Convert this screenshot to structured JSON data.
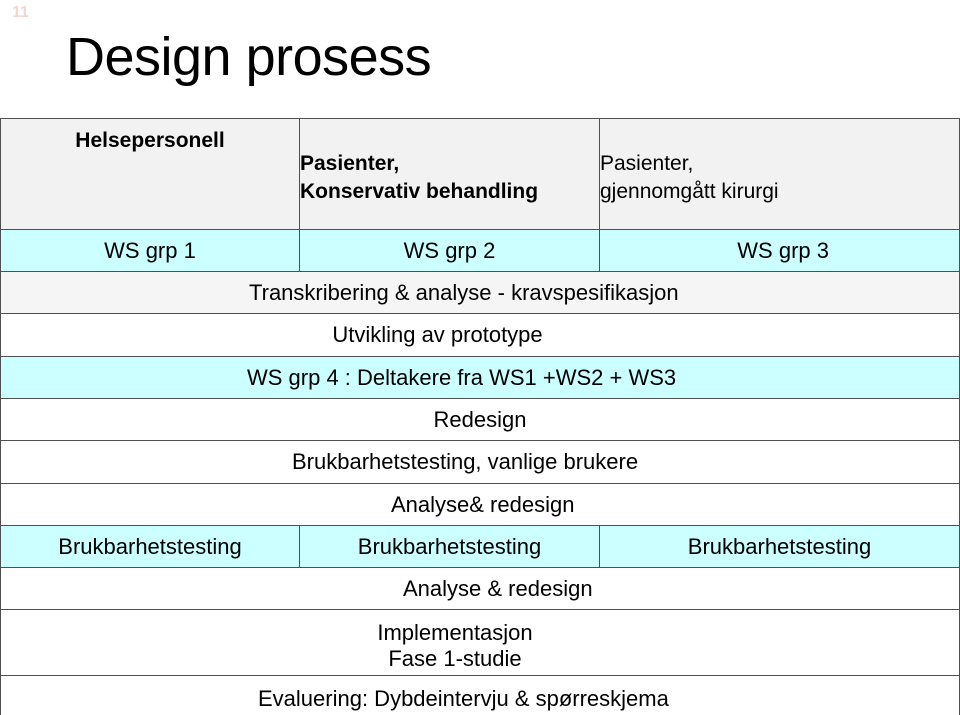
{
  "slide": {
    "number": "11",
    "title": "Design prosess"
  },
  "header": {
    "col1": "Helsepersonell",
    "col2_line1": "Pasienter,",
    "col2_line2": "Konservativ behandling",
    "col3_line1": "Pasienter,",
    "col3_line2": "gjennomgått kirurgi"
  },
  "ws_row": {
    "col1": "WS grp 1",
    "col2": "WS grp 2",
    "col3": "WS grp 3"
  },
  "rows": {
    "transkribering": "Transkribering & analyse - kravspesifikasjon",
    "utvikling": "Utvikling av prototype",
    "ws4": "WS grp 4 : Deltakere fra WS1 +WS2 + WS3",
    "redesign": "Redesign",
    "brukbar_vanlige": "Brukbarhetstesting, vanlige brukere",
    "analyse_redesign_1": "Analyse& redesign",
    "analyse_redesign_2": "Analyse & redesign",
    "implementasjon_line1": "Implementasjon",
    "implementasjon_line2": "Fase 1-studie",
    "evaluering": "Evaluering: Dybdeintervju & spørreskjema"
  },
  "testing_row": {
    "col1": "Brukbarhetstesting",
    "col2": "Brukbarhetstesting",
    "col3": "Brukbarhetstesting"
  },
  "colors": {
    "cyan_fill": "#ccffff",
    "header_fill": "#f2f2f2",
    "border": "#505050"
  }
}
